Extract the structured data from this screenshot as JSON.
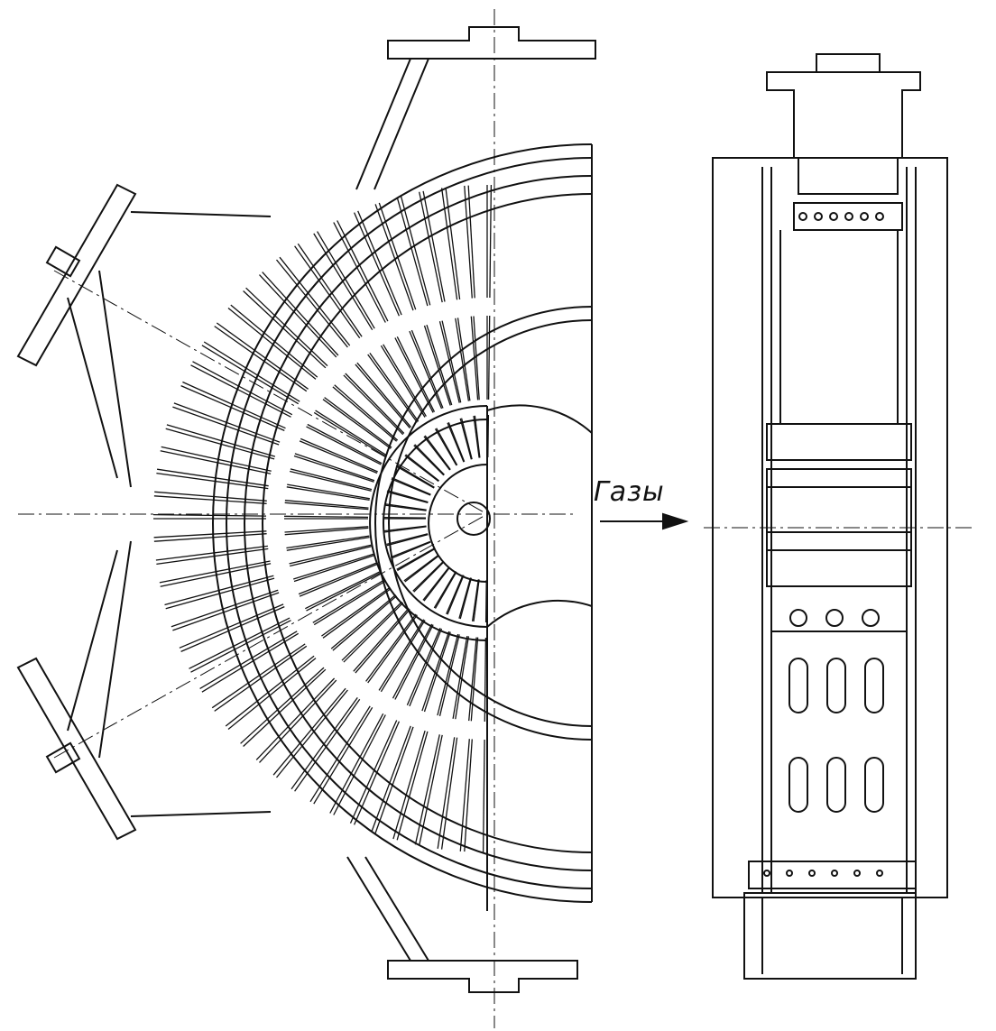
{
  "flow_label": "Газы",
  "colors": {
    "ink": "#111111",
    "paper": "#ffffff"
  },
  "front_view": {
    "outer_ring_blades": 46,
    "middle_ring_blades": 40,
    "inner_ring_blades": 24
  },
  "side_view": {
    "round_holes": 3,
    "slot_rows": 2,
    "slots_per_row": 3
  }
}
